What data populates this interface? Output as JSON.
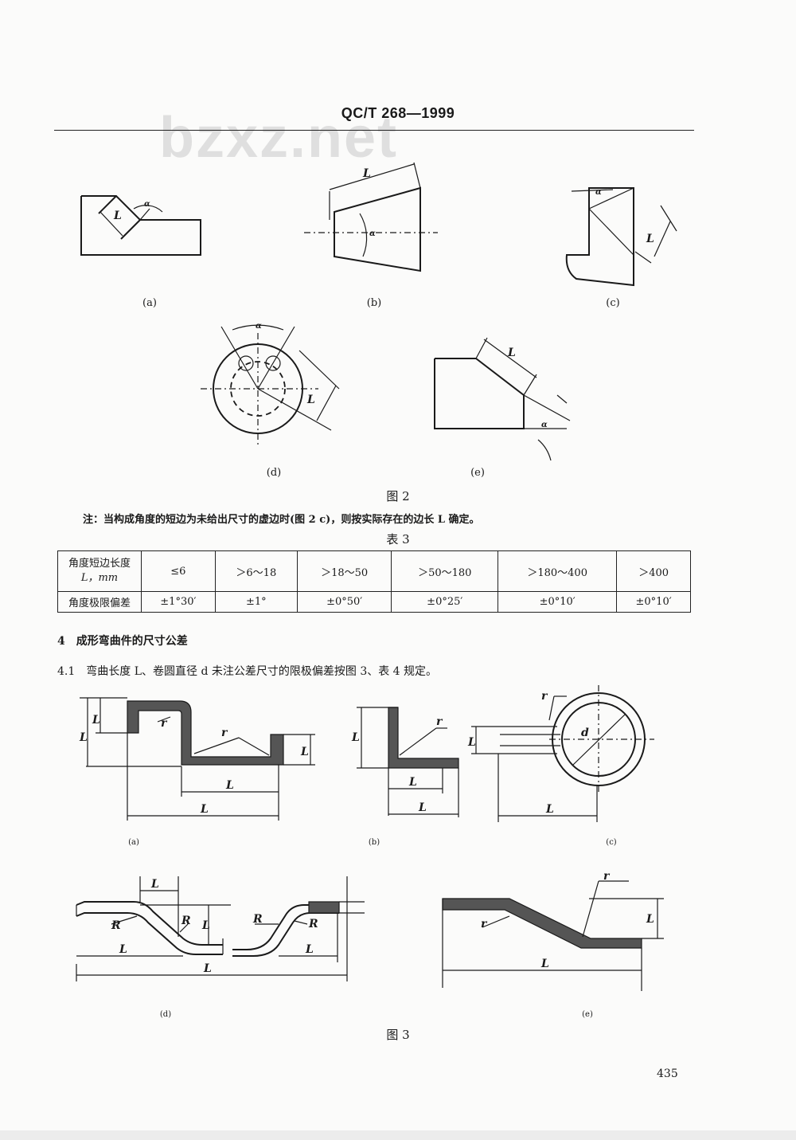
{
  "header": {
    "code": "QC/T 268—1999",
    "watermark": "bzxz.net"
  },
  "figure2": {
    "labels": {
      "length": "L",
      "angle": "α"
    },
    "captions": [
      "(a)",
      "(b)",
      "(c)",
      "(d)",
      "(e)"
    ],
    "title": "图 2"
  },
  "note": "注：当构成角度的短边为未给出尺寸的虚边时(图 2 c)，则按实际存在的边长 L 确定。",
  "table3": {
    "title": "表 3",
    "row1_header": "角度短边长度",
    "row1_header_unit": "L，mm",
    "row2_header": "角度极限偏差",
    "length_ranges": [
      "≤6",
      "＞6～18",
      "＞18～50",
      "＞50～180",
      "＞180～400",
      "＞400"
    ],
    "angle_tolerances": [
      "±1°30′",
      "±1°",
      "±0°50′",
      "±0°25′",
      "±0°10′",
      "±0°10′"
    ]
  },
  "section4": {
    "heading": "4　成形弯曲件的尺寸公差",
    "clause_4_1": "4.1　弯曲长度 L、卷圆直径 d 未注公差尺寸的限极偏差按图 3、表 4 规定。"
  },
  "figure3": {
    "labels": {
      "length": "L",
      "radius_small": "r",
      "radius_large": "R",
      "diameter": "d"
    },
    "captions": [
      "(a)",
      "(b)",
      "(c)",
      "(d)",
      "(e)"
    ],
    "title": "图 3"
  },
  "page_number": "435"
}
